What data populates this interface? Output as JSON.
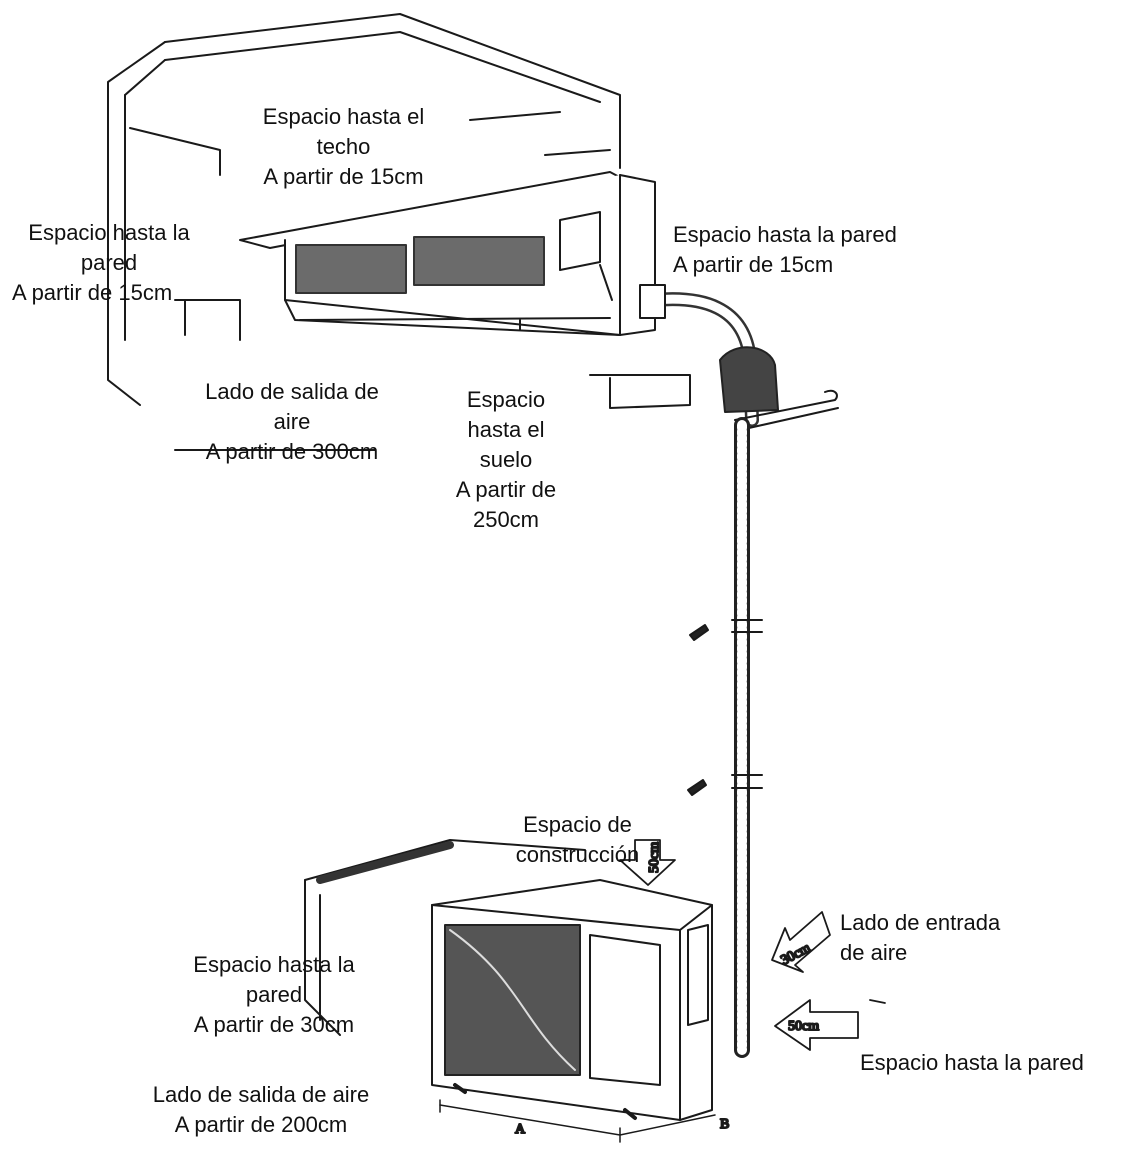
{
  "labels": {
    "ceiling": [
      "Espacio hasta el",
      "techo",
      "A partir de 15cm"
    ],
    "wall_left_indoor": [
      "Espacio hasta la",
      "pared",
      "A partir de 15cm"
    ],
    "wall_right_indoor": [
      "Espacio hasta la pared",
      "A partir de 15cm"
    ],
    "air_outlet_indoor": [
      "Lado de salida de",
      "aire",
      "A partir de 300cm"
    ],
    "floor": [
      "Espacio",
      "hasta el",
      "suelo",
      "A partir de",
      "250cm"
    ],
    "construction": [
      "Espacio de",
      "construcción"
    ],
    "air_inlet_outdoor": [
      "Lado de entrada",
      "de aire"
    ],
    "wall_left_outdoor": [
      "Espacio hasta la",
      "pared",
      "A partir de 30cm"
    ],
    "wall_behind_outdoor": [
      "Espacio hasta la pared"
    ],
    "air_outlet_outdoor": [
      "Lado de salida de aire",
      "A partir de 200cm"
    ]
  },
  "arrow_marks": {
    "construction": "50cm",
    "inlet": "30cm",
    "wall": "50cm"
  },
  "dimension_marks": {
    "width": "A",
    "depth": "B"
  }
}
